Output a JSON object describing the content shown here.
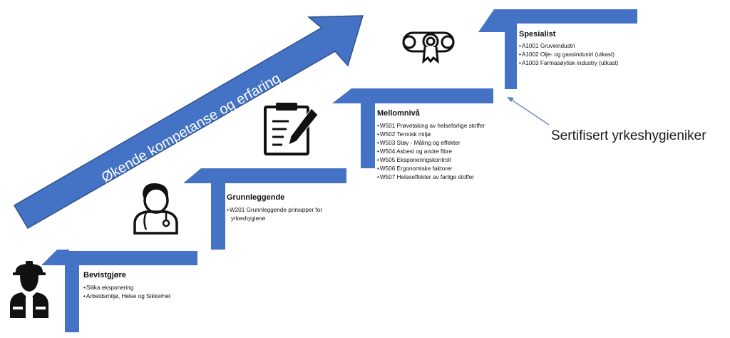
{
  "diagram": {
    "arrow_label": "Økende kompetanse og erfaring",
    "certified_label": "Sertifisert yrkeshygieniker",
    "colors": {
      "step": "#4472c4",
      "arrow_fill": "#4472c4",
      "arrow_stroke": "#2f528f",
      "pointer": "#5b7fbf"
    },
    "levels": [
      {
        "icon": "worker-icon",
        "title": "Bevistgjøre",
        "items": [
          "Silika eksponering",
          "Arbeidsmiljø, Helse og Sikkerhet"
        ]
      },
      {
        "icon": "doctor-icon",
        "title": "Grunnleggende",
        "items": [
          "W201 Grunnleggende prinsipper for yrkeshygiene"
        ]
      },
      {
        "icon": "clipboard-icon",
        "title": "Mellomnivå",
        "items": [
          "W501 Prøvetaking av helsefarlige stoffer",
          "W502 Termisk miljø",
          "W503 Støy - Måling og effekter",
          "W504 Asbest og andre fibre",
          "W505 Eksponeringskontroll",
          "W506 Ergonomiske faktorer",
          "W507 Helseeffekter av farlige stoffer"
        ]
      },
      {
        "icon": "diploma-icon",
        "title": "Spesialist",
        "items": [
          "A1001 Gruveindustri",
          "A1002 Olje- og gassindustri (utkast)",
          "A1003 Farmasøytisk industry (utkast)"
        ]
      }
    ]
  }
}
